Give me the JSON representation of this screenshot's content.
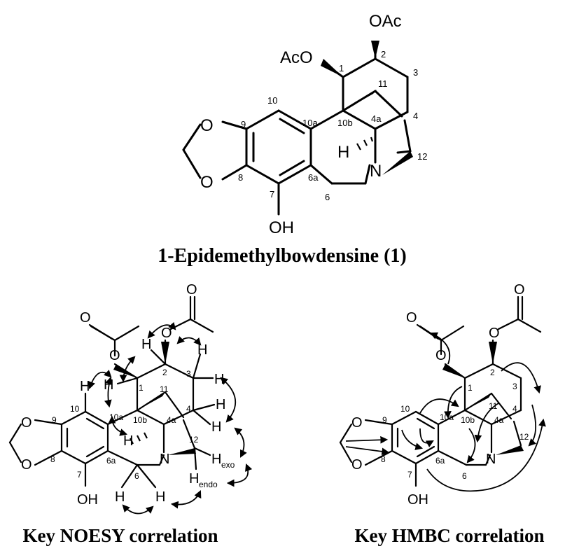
{
  "compound": {
    "name": "1-Epidemethylbowdensine (1)",
    "atoms": {
      "OAc_top": "OAc",
      "AcO_left": "AcO",
      "O_upper": "O",
      "O_lower": "O",
      "N": "N",
      "OH": "OH",
      "H": "H"
    },
    "numbers": {
      "n1": "1",
      "n2": "2",
      "n3": "3",
      "n4": "4",
      "n4a": "4a",
      "n6": "6",
      "n6a": "6a",
      "n7": "7",
      "n8": "8",
      "n9": "9",
      "n10": "10",
      "n10a": "10a",
      "n10b": "10b",
      "n11": "11",
      "n12": "12"
    }
  },
  "noesy": {
    "caption": "Key NOESY correlation",
    "atoms": {
      "O": "O",
      "N": "N",
      "OH": "OH",
      "H": "H",
      "H_exo": "H",
      "exo": "exo",
      "H_endo": "H",
      "endo": "endo"
    }
  },
  "hmbc": {
    "caption": "Key HMBC correlation",
    "atoms": {
      "O": "O",
      "N": "N",
      "OH": "OH"
    }
  }
}
